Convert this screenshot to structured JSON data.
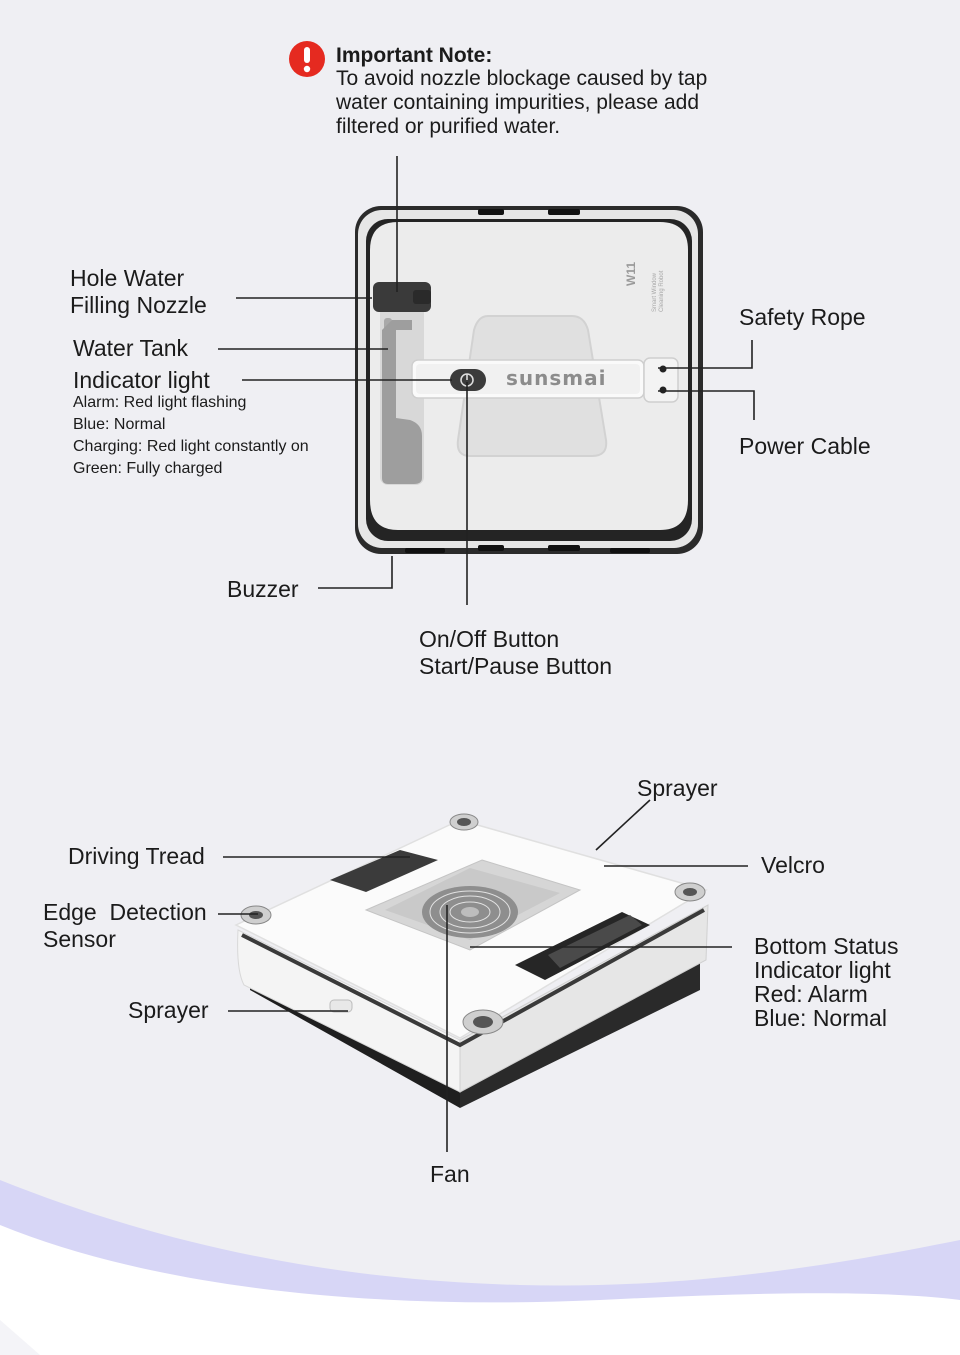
{
  "note": {
    "heading": "Important Note:",
    "lines": [
      "To avoid nozzle blockage caused by tap",
      "water containing impurities, please add",
      "filtered or purified water."
    ]
  },
  "top_labels": {
    "hole_water_1": "Hole Water",
    "hole_water_2": "Filling Nozzle",
    "water_tank": "Water Tank",
    "indicator_light": "Indicator light",
    "indicator_details": [
      "Alarm: Red light flashing",
      "Blue: Normal",
      "Charging: Red light constantly on",
      "Green: Fully charged"
    ],
    "safety_rope": "Safety Rope",
    "power_cable": "Power Cable",
    "buzzer": "Buzzer",
    "on_off": "On/Off Button",
    "start_pause": "Start/Pause Button"
  },
  "device_top": {
    "brand": "sunsmai",
    "model": "W11",
    "model_sub_1": "Smart Window",
    "model_sub_2": "Cleaning Robot"
  },
  "bottom_labels": {
    "sprayer_top": "Sprayer",
    "driving_tread": "Driving Tread",
    "velcro": "Velcro",
    "edge_1": "Edge  Detection",
    "edge_2": "Sensor",
    "bottom_status": [
      "Bottom Status",
      "Indicator light",
      "Red: Alarm",
      "Blue: Normal"
    ],
    "sprayer_left": "Sprayer",
    "fan": "Fan"
  },
  "colors": {
    "background": "#efeff3",
    "wave": "#d7d6f6",
    "alert": "#e52a20"
  }
}
